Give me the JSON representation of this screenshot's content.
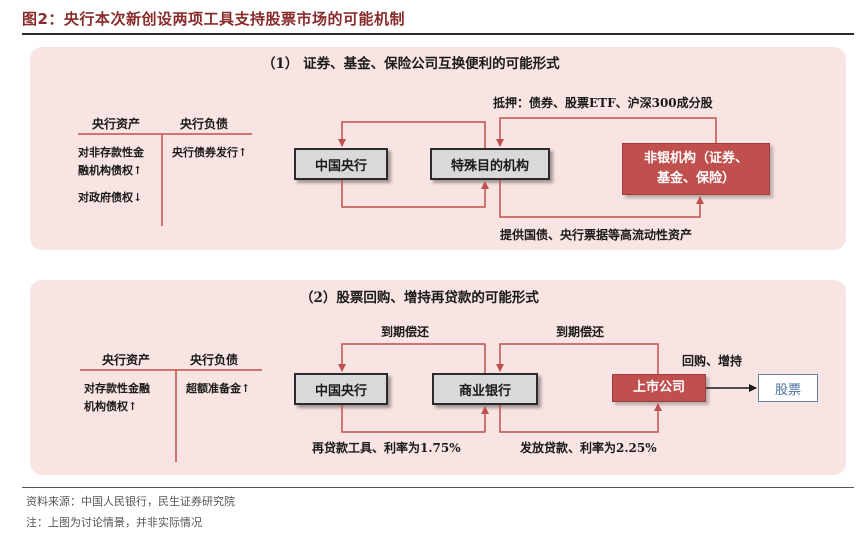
{
  "figure": {
    "title": "图2：央行本次新创设两项工具支持股票市场的可能机制"
  },
  "panel1": {
    "title": "（1） 证券、基金、保险公司互换便利的可能形式",
    "assets_header": "央行资产",
    "liabilities_header": "央行负债",
    "asset_item_1_line1": "对非存款性金",
    "asset_item_1_line2": "融机构债权↑",
    "asset_item_2": "对政府债权↓",
    "liability_item_1": "央行债券发行↑",
    "box_pboc": "中国央行",
    "box_spv": "特殊目的机构",
    "box_nonbank_line1": "非银机构（证券、",
    "box_nonbank_line2": "基金、保险）",
    "collateral_label": "抵押：债券、股票ETF、沪深300成分股",
    "provide_label": "提供国债、央行票据等高流动性资产"
  },
  "panel2": {
    "title": "（2）股票回购、增持再贷款的可能形式",
    "assets_header": "央行资产",
    "liabilities_header": "央行负债",
    "asset_item_1_line1": "对存款性金融",
    "asset_item_1_line2": "机构债权↑",
    "liability_item_1": "超额准备金↑",
    "box_pboc": "中国央行",
    "box_bank": "商业银行",
    "box_listed": "上市公司",
    "box_stock": "股票",
    "repay_label_1": "到期偿还",
    "repay_label_2": "到期偿还",
    "buyback_label": "回购、增持",
    "relending_label": "再贷款工具、利率为1.75%",
    "loan_label": "发放贷款、利率为2.25%"
  },
  "footer": {
    "source": "资料来源：中国人民银行，民生证券研究院",
    "note": "注：上图为讨论情景，并非实际情况"
  },
  "colors": {
    "title_red": "#8a2b2b",
    "panel_bg": "#f8e4e3",
    "accent_red": "#c0504d",
    "box_gray": "#d9d9d9",
    "stock_blue": "#4a6fa5"
  }
}
